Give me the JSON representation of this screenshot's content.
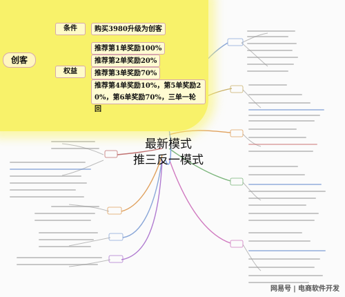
{
  "diagram": {
    "center_line1": "最新模式",
    "center_line2": "推三反一模式",
    "root": "创客",
    "condition_label": "条件",
    "condition_text": "购买3980升级为创客",
    "rights_label": "权益",
    "rights": [
      "推荐第1单奖励100%",
      "推荐第2单奖励20%",
      "推荐第3单奖励70%",
      "推荐第4单奖励10%，第5单奖励20%，第6单奖励70%，三单一轮回"
    ]
  },
  "watermark": {
    "logo": "网易号",
    "separator": "|",
    "name": "电商软件开发"
  }
}
